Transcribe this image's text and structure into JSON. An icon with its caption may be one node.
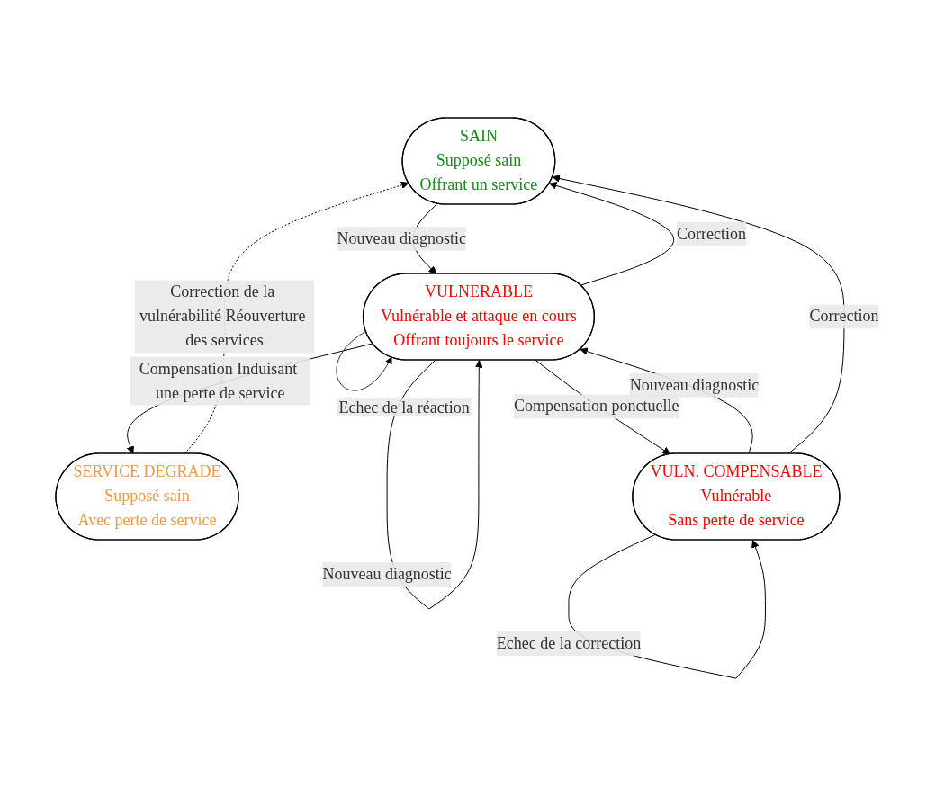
{
  "diagram": {
    "nodes": [
      {
        "text": [
          "SAIN",
          "Supposé sain",
          "Offrant un service"
        ]
      },
      {
        "text": [
          "VULNERABLE",
          "Vulnérable et attaque en cours",
          "Offrant toujours le service"
        ]
      },
      {
        "text": [
          "SERVICE DEGRADE",
          "Supposé sain",
          "Avec perte de service"
        ]
      },
      {
        "text": [
          "VULN. COMPENSABLE",
          "Vulnérable",
          "Sans perte de service"
        ]
      }
    ],
    "edges": [
      {
        "from": 0,
        "to": 1,
        "arrow": "to",
        "label": "Nouveau diagnostic"
      },
      {
        "from": 1,
        "to": 0,
        "arrow": "to",
        "label": "Correction"
      },
      {
        "from": 1,
        "to": 1,
        "arrow": "to",
        "label": "Echec de la réaction"
      },
      {
        "from": 1,
        "to": 1,
        "arrow": "to",
        "label": "Nouveau diagnostic"
      },
      {
        "from": 1,
        "to": 2,
        "arrow": "to",
        "label": "Compensation Induisant une perte de service"
      },
      {
        "from": 2,
        "to": 0,
        "arrow": "to",
        "label": "Correction de la vulnérabilité Réouverture des services",
        "style": "dashed"
      },
      {
        "from": 1,
        "to": 3,
        "arrow": "to",
        "label": "Compensation ponctuelle"
      },
      {
        "from": 3,
        "to": 1,
        "arrow": "to",
        "label": "Nouveau diagnostic"
      },
      {
        "from": 3,
        "to": 0,
        "arrow": "to",
        "label": "Correction"
      },
      {
        "from": 3,
        "to": 3,
        "arrow": "to",
        "label": "Echec de la correction"
      }
    ]
  }
}
